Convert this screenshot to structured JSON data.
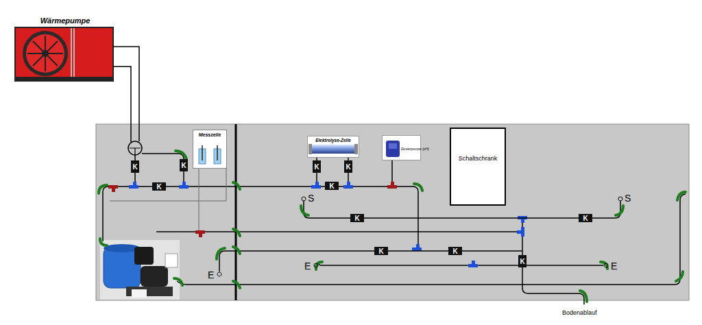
{
  "diagram": {
    "nodes": [
      {
        "text": [
          "Wärmepumpe"
        ]
      },
      {
        "text": [
          "Messzelle"
        ]
      },
      {
        "text": [
          "Elektrolyse-Zelle"
        ]
      },
      {
        "text": [
          "Dosierpumpe (pH)"
        ]
      },
      {
        "text": [
          "Schaltschrank"
        ]
      },
      {
        "text": [
          "K"
        ]
      },
      {
        "text": [
          "K"
        ]
      },
      {
        "text": [
          "K"
        ]
      },
      {
        "text": [
          "K"
        ]
      },
      {
        "text": [
          "K"
        ]
      },
      {
        "text": [
          "K"
        ]
      },
      {
        "text": [
          "K"
        ]
      },
      {
        "text": [
          "K"
        ]
      },
      {
        "text": [
          "K"
        ]
      },
      {
        "text": [
          "K"
        ]
      },
      {
        "text": [
          "K"
        ]
      }
    ],
    "edges": [
      {
        "from": 2,
        "to": 8,
        "arrow": "none"
      },
      {
        "from": 2,
        "to": 9,
        "arrow": "none"
      },
      {
        "from": 11,
        "to": 12,
        "arrow": "none"
      },
      {
        "from": 13,
        "to": 14,
        "arrow": "none"
      }
    ],
    "labels": [
      "S",
      "S",
      "E",
      "E",
      "E",
      "Bodenablauf"
    ]
  }
}
